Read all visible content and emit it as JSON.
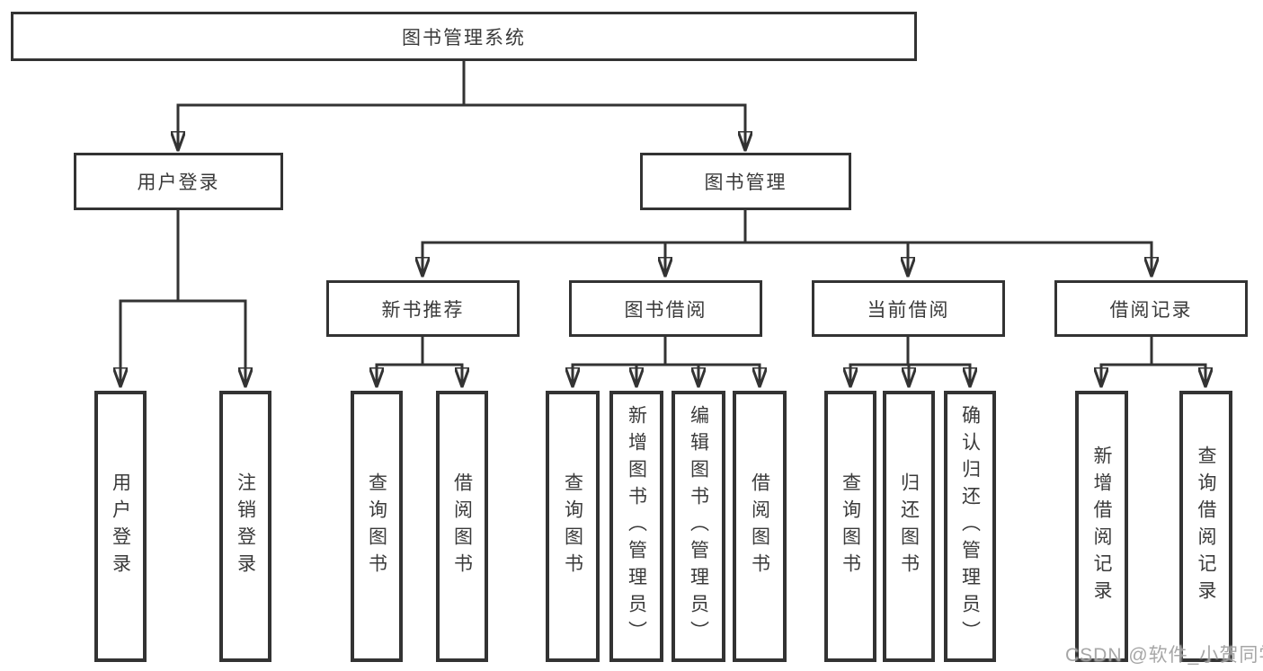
{
  "diagram": {
    "root": {
      "label": "图书管理系统"
    },
    "branches": [
      {
        "label": "用户登录",
        "children": [
          {
            "label": "用户登录"
          },
          {
            "label": "注销登录"
          }
        ]
      },
      {
        "label": "图书管理",
        "children": [
          {
            "label": "新书推荐",
            "children": [
              {
                "label": "查询图书"
              },
              {
                "label": "借阅图书"
              }
            ]
          },
          {
            "label": "图书借阅",
            "children": [
              {
                "label": "查询图书"
              },
              {
                "label": "新增图书（管理员）"
              },
              {
                "label": "编辑图书（管理员）"
              },
              {
                "label": "借阅图书"
              }
            ]
          },
          {
            "label": "当前借阅",
            "children": [
              {
                "label": "查询图书"
              },
              {
                "label": "归还图书"
              },
              {
                "label": "确认归还（管理员）"
              }
            ]
          },
          {
            "label": "借阅记录",
            "children": [
              {
                "label": "新增借阅记录"
              },
              {
                "label": "查询借阅记录"
              }
            ]
          }
        ]
      }
    ]
  },
  "watermark": {
    "text": "CSDN @软件_小贺同学"
  },
  "colors": {
    "line": "#333333",
    "box_border": "#333333",
    "text": "#3a3a3a",
    "watermark": "#969696",
    "background": "#ffffff"
  }
}
